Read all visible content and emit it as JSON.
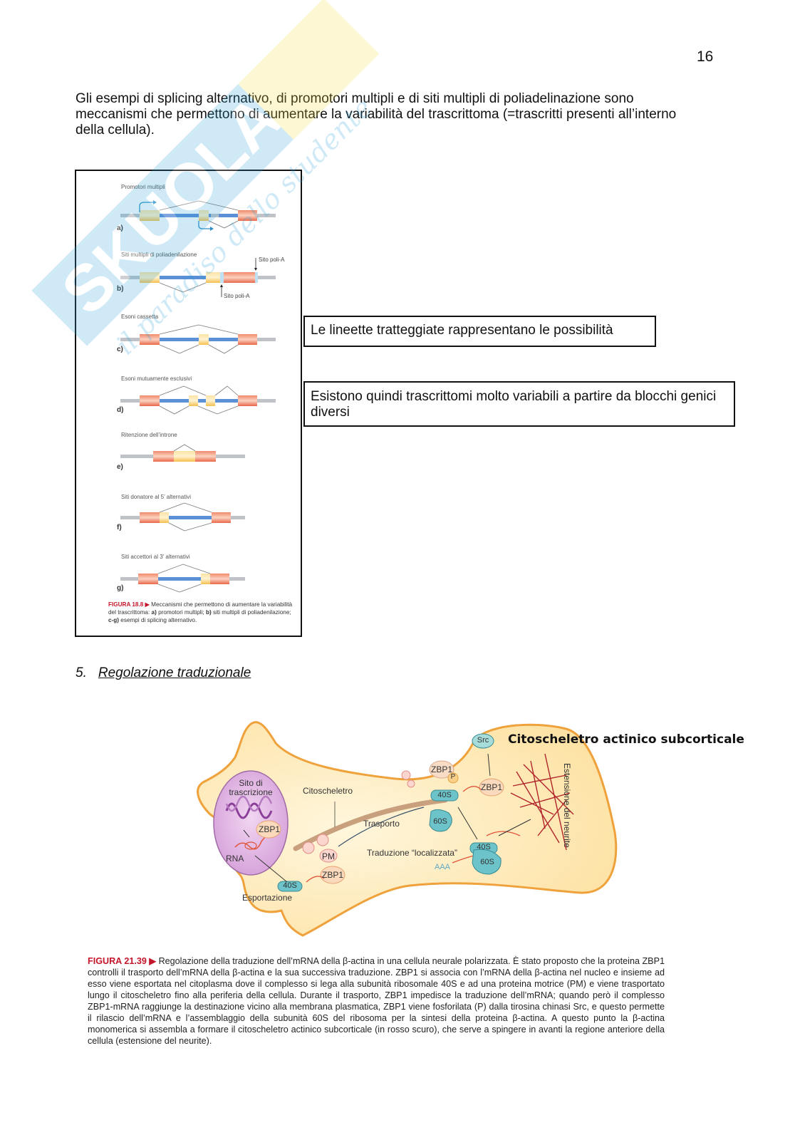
{
  "page": {
    "number": "16",
    "watermark": {
      "brand": "SKUOLA.net",
      "tagline": "il paradiso dello studente"
    }
  },
  "intro_paragraph": "Gli esempi di splicing alternativo, di promotori multipli e di siti multipli di poliadelinazione sono meccanismi che permettono di aumentare la variabilità del trascrittoma (=trascritti presenti all’interno della cellula).",
  "figure_18_8": {
    "panels": [
      {
        "letter": "a)",
        "title": "Promotori multipli"
      },
      {
        "letter": "b)",
        "title": "Siti multipli di poliadenilazione",
        "callouts": [
          "Sito poli-A",
          "Sito poli-A"
        ]
      },
      {
        "letter": "c)",
        "title": "Esoni cassetta"
      },
      {
        "letter": "d)",
        "title": "Esoni mutuamente esclusivi"
      },
      {
        "letter": "e)",
        "title": "Ritenzione dell’introne"
      },
      {
        "letter": "f)",
        "title": "Siti donatore al 5’ alternativi"
      },
      {
        "letter": "g)",
        "title": "Siti accettori al 3’ alternativi"
      }
    ],
    "caption": {
      "tag": "FIGURA 18.8 ▶",
      "text": " Meccanismi che permettono di aumentare la variabilità del trascrittoma: ",
      "a_label": "a)",
      "a_text": " promotori multipli; ",
      "b_label": "b)",
      "b_text": " siti multipli di poliadenilazione; ",
      "cg_label": "c-g)",
      "cg_text": " esempi di splicing alternativo."
    },
    "colors": {
      "exon_orange": "#f6c35a",
      "exon_red": "#ee7a5c",
      "intron_blue": "#5b8fd6",
      "flank_gray": "#b9bcc0",
      "arrow_blue": "#2a8fc8"
    }
  },
  "notes": [
    "Le lineette tratteggiate rappresentano le possibilità",
    "Esistono quindi trascrittomi molto variabili a partire da blocchi genici diversi"
  ],
  "section": {
    "number": "5.",
    "title": "Regolazione traduzionale"
  },
  "figure_21_39": {
    "title": "Citoscheletro actinico subcorticale",
    "labels": {
      "transcription_site": "Sito di trascrizione",
      "rna": "RNA",
      "zbp1": "ZBP1",
      "cytoskeleton": "Citoscheletro",
      "transport": "Trasporto",
      "pm": "PM",
      "export": "Esportazione",
      "s40": "40S",
      "s60": "60S",
      "src": "Src",
      "p": "P",
      "local_translation": "Traduzione “localizzata”",
      "aaa": "AAA",
      "neurite_extension": "Estensione del neurite"
    },
    "colors": {
      "cell_fill": "#fde9b8",
      "cell_border": "#f0a53a",
      "nucleus": "#d9a6dd",
      "ribosome": "#6cc3c9",
      "actin": "#b0242a"
    },
    "caption": {
      "tag": "FIGURA 21.39 ▶",
      "text": " Regolazione della traduzione dell’mRNA della β-actina in una cellula neurale polarizzata. È stato proposto che la proteina ZBP1 controlli il trasporto dell’mRNA della β-actina e la sua successiva traduzione. ZBP1 si associa con l’mRNA della β-actina nel nucleo e insieme ad esso viene esportata nel citoplasma dove il complesso si lega alla subunità ribosomale 40S e ad una proteina motrice (PM) e viene trasportato lungo il citoscheletro fino alla periferia della cellula. Durante il trasporto, ZBP1 impedisce la traduzione dell’mRNA; quando però il complesso ZBP1-mRNA raggiunge la destinazione vicino alla membrana plasmatica, ZBP1 viene fosforilata (P) dalla tirosina chinasi Src, e questo permette il rilascio dell’mRNA e l’assemblaggio della subunità 60S del ribosoma per la sintesi della proteina β-actina. A questo punto la β-actina monomerica si assembla a formare il citoscheletro actinico subcorticale (in rosso scuro), che serve a spingere in avanti la regione anteriore della cellula (estensione del neurite)."
    }
  }
}
